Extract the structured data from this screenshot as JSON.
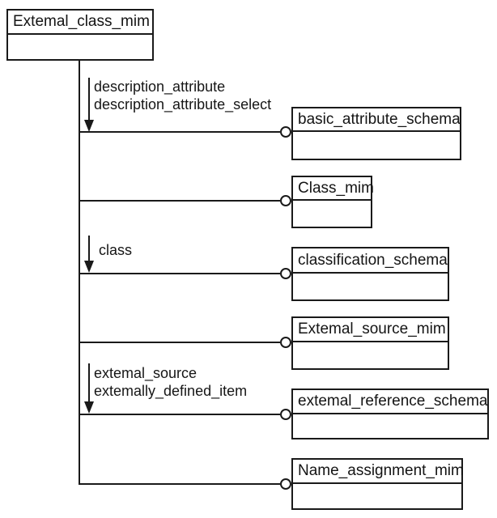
{
  "diagram": {
    "colors": {
      "line": "#1a1a1a",
      "background": "#ffffff"
    },
    "root": {
      "name": "Extemal_class_mim"
    },
    "referenced_schemas": [
      {
        "name": "basic_attribute_schema",
        "relation_labels": [
          "description_attribute",
          "description_attribute_select"
        ]
      },
      {
        "name": "Class_mim",
        "relation_labels": []
      },
      {
        "name": "classification_schema",
        "relation_labels": [
          "class"
        ]
      },
      {
        "name": "Extemal_source_mim",
        "relation_labels": []
      },
      {
        "name": "extemal_reference_schema",
        "relation_labels": [
          "extemal_source",
          "extemally_defined_item"
        ]
      },
      {
        "name": "Name_assignment_mim",
        "relation_labels": []
      }
    ]
  }
}
